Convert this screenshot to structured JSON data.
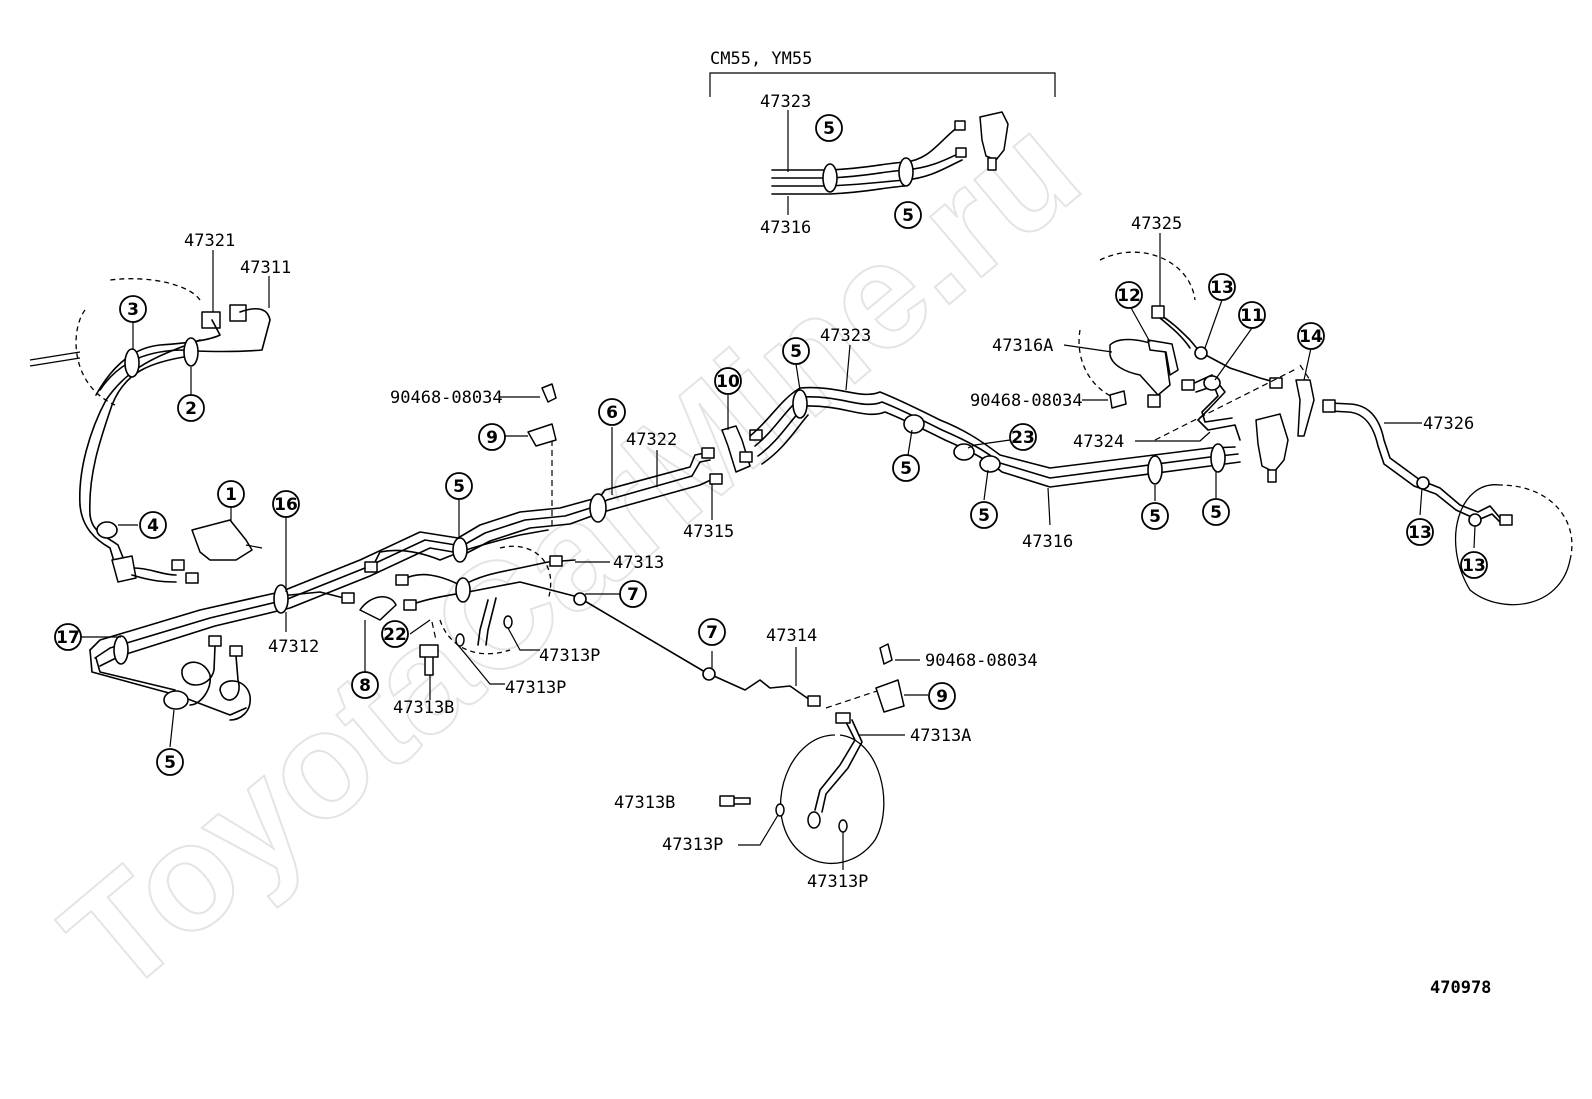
{
  "variant_header": "CM55, YM55",
  "diagram_code": "470978",
  "watermark": "ToyotaCarMine.ru",
  "part_labels": {
    "p47323_top": "47323",
    "p47316_top": "47316",
    "p47321": "47321",
    "p47311": "47311",
    "p47325": "47325",
    "p47316A": "47316A",
    "p90468_a": "90468-08034",
    "p90468_b": "90468-08034",
    "p90468_c": "90468-08034",
    "p47322": "47322",
    "p47323_main": "47323",
    "p47324": "47324",
    "p47326": "47326",
    "p47315": "47315",
    "p47316_main": "47316",
    "p47313": "47313",
    "p47312": "47312",
    "p47313P_a": "47313P",
    "p47313P_b": "47313P",
    "p47313B_a": "47313B",
    "p47314": "47314",
    "p47313A": "47313A",
    "p47313B_b": "47313B",
    "p47313P_c": "47313P",
    "p47313P_d": "47313P"
  },
  "callouts": {
    "c5_top1": "5",
    "c5_top2": "5",
    "c3": "3",
    "c2": "2",
    "c4": "4",
    "c1": "1",
    "c16": "16",
    "c17": "17",
    "c5_bl": "5",
    "c9_a": "9",
    "c6": "6",
    "c5_mid": "5",
    "c10": "10",
    "c5_m2": "5",
    "c5_m3": "5",
    "c23": "23",
    "c5_m4": "5",
    "c5_m5": "5",
    "c5_m6": "5",
    "c12": "12",
    "c13_a": "13",
    "c11": "11",
    "c14": "14",
    "c13_b": "13",
    "c13_c": "13",
    "c22": "22",
    "c8": "8",
    "c7_a": "7",
    "c7_b": "7",
    "c9_b": "9"
  }
}
